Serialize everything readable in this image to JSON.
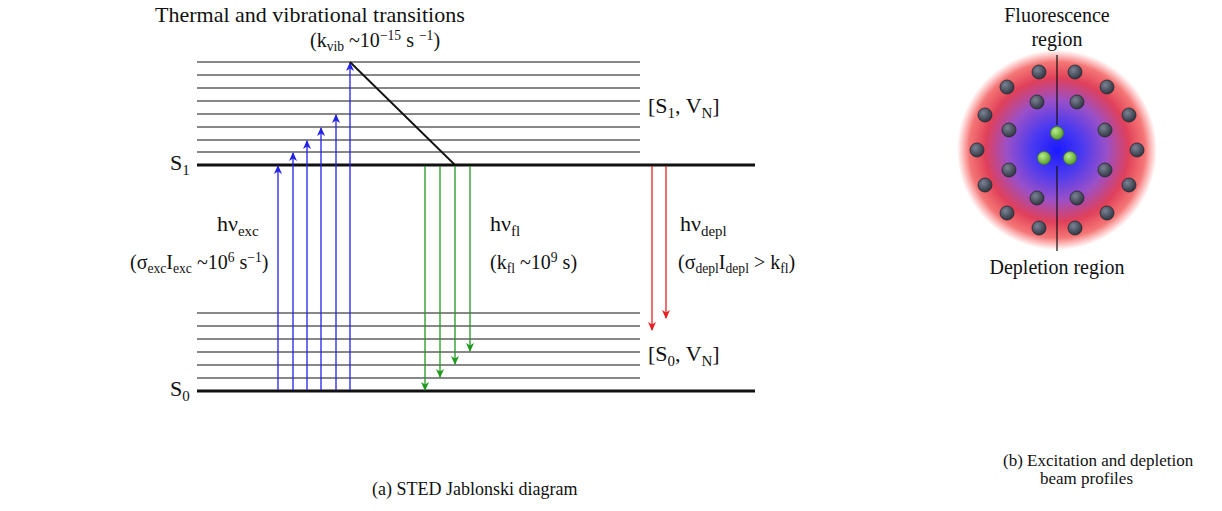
{
  "diagram": {
    "labels": [
      "Thermal and vibrational transitions",
      "(kvib ~10−15 s −1)",
      "[S1, VN]",
      "S1",
      "hνexc",
      "(σexcIexc ~106 s−1)",
      "hνfl",
      "(kfl ~109 s)",
      "hνdepl",
      "(σdeplIdepl > kfl)",
      "[S0, VN]",
      "S0",
      "(a) STED Jablonski diagram",
      "Fluorescence region",
      "Depletion region",
      "(b) Excitation and de­pletion beam pro­files"
    ]
  }
}
